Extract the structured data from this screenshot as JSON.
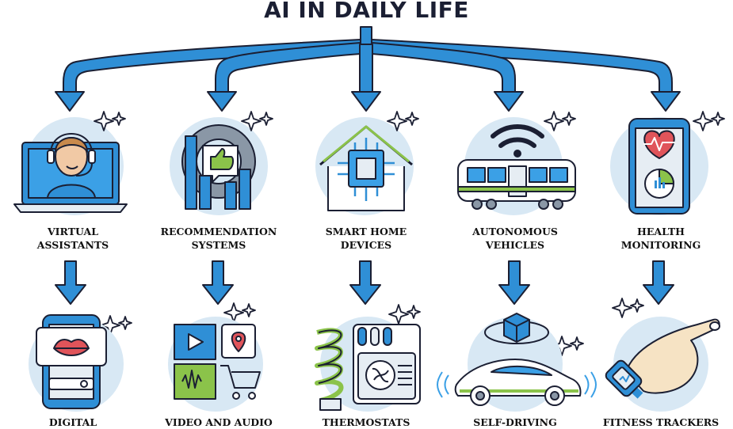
{
  "title": "AI IN DAILY LIFE",
  "top_row": [
    {
      "line1": "VIRTUAL",
      "line2": "ASSISTANTS",
      "icon": "headset-assistant-laptop-icon"
    },
    {
      "line1": "RECOMMENDATION",
      "line2": "SYSTEMS",
      "icon": "thumbs-up-gear-chart-icon"
    },
    {
      "line1": "SMART HOME",
      "line2": "DEVICES",
      "icon": "chip-house-icon"
    },
    {
      "line1": "AUTONOMOUS",
      "line2": "VEHICLES",
      "icon": "train-wifi-icon"
    },
    {
      "line1": "HEALTH",
      "line2": "MONITORING",
      "icon": "heart-phone-icon"
    }
  ],
  "bottom_row": [
    {
      "line1": "DIGITAL",
      "icon": "lips-phone-icon"
    },
    {
      "line1": "VIDEO AND AUDIO",
      "icon": "media-cart-icon"
    },
    {
      "line1": "THERMOSTATS",
      "icon": "bulb-thermostat-icon"
    },
    {
      "line1": "SELF-DRIVING",
      "icon": "self-driving-car-icon"
    },
    {
      "line1": "FITNESS TRACKERS",
      "icon": "wrist-tracker-icon"
    }
  ],
  "colors": {
    "arrow": "#2f8fd6",
    "arrow_dark": "#1e6fb4",
    "circle": "#d8e8f4",
    "accent_green": "#8bc34a",
    "outline": "#1b1f33",
    "heart": "#e0545a"
  }
}
